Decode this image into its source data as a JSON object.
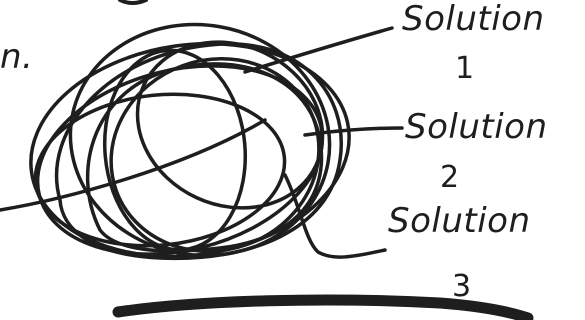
{
  "labels": [
    {
      "text": "Solution",
      "number": "1"
    },
    {
      "text": "Solution",
      "number": "2"
    },
    {
      "text": "Solution",
      "number": "3"
    }
  ],
  "fragment_text": "n."
}
